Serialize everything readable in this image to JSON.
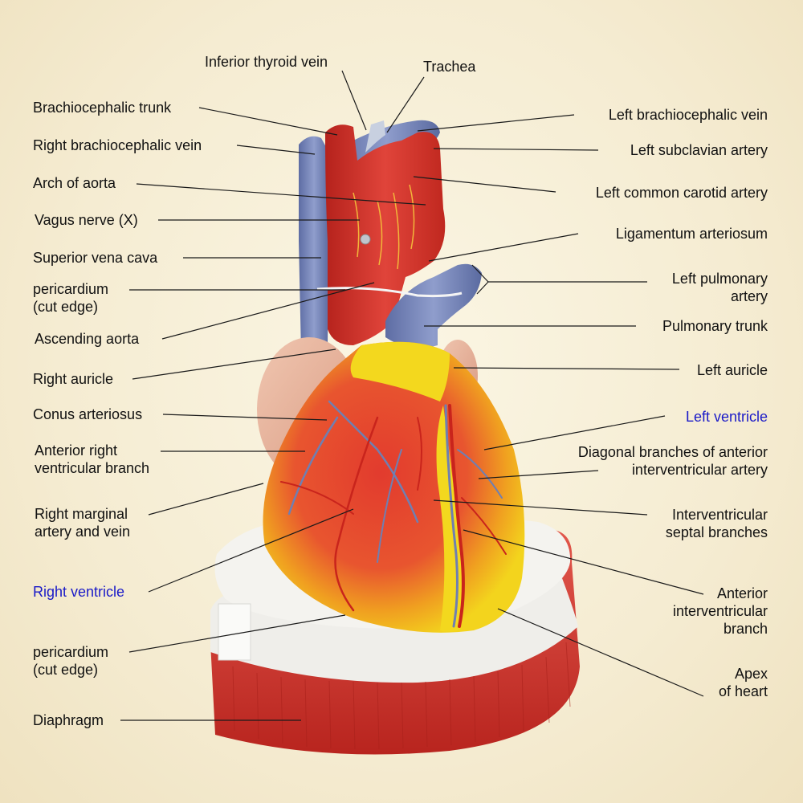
{
  "labels": {
    "inferior_thyroid_vein": "Inferior thyroid vein",
    "trachea": "Trachea",
    "brachiocephalic_trunk": "Brachiocephalic trunk",
    "right_brachiocephalic_vein": "Right brachiocephalic vein",
    "arch_of_aorta": "Arch of aorta",
    "vagus_nerve": "Vagus nerve (X)",
    "superior_vena_cava": "Superior vena cava",
    "pericardium_top_1": "pericardium",
    "pericardium_top_2": "(cut edge)",
    "ascending_aorta": "Ascending aorta",
    "right_auricle": "Right auricle",
    "conus_arteriosus": "Conus arteriosus",
    "anterior_right_ventricular_branch_1": "Anterior right",
    "anterior_right_ventricular_branch_2": "ventricular branch",
    "right_marginal_1": "Right marginal",
    "right_marginal_2": "artery and vein",
    "right_ventricle": "Right ventricle",
    "pericardium_bottom_1": "pericardium",
    "pericardium_bottom_2": "(cut edge)",
    "diaphragm": "Diaphragm",
    "left_brachiocephalic_vein": "Left brachiocephalic vein",
    "left_subclavian_artery": "Left subclavian artery",
    "left_common_carotid_artery": "Left common carotid artery",
    "ligamentum_arteriosum": "Ligamentum arteriosum",
    "left_pulmonary_artery_1": "Left pulmonary",
    "left_pulmonary_artery_2": "artery",
    "pulmonary_trunk": "Pulmonary trunk",
    "left_auricle": "Left auricle",
    "left_ventricle": "Left ventricle",
    "diagonal_branches_1": "Diagonal branches of anterior",
    "diagonal_branches_2": "interventricular artery",
    "interventricular_septal_1": "Interventricular",
    "interventricular_septal_2": "septal branches",
    "anterior_interventricular_1": "Anterior",
    "anterior_interventricular_2": "interventricular",
    "anterior_interventricular_3": "branch",
    "apex_1": "Apex",
    "apex_2": "of heart"
  },
  "colors": {
    "label_text": "#111111",
    "highlight_text": "#1a1ac8",
    "leader_line": "#1a1a1a",
    "muscle_red": "#d8322a",
    "vein_blue": "#6f7fb2",
    "fat_yellow": "#f2d61e",
    "auricle_pink": "#e8b6a0",
    "pericardium_white": "#ecebe6"
  }
}
